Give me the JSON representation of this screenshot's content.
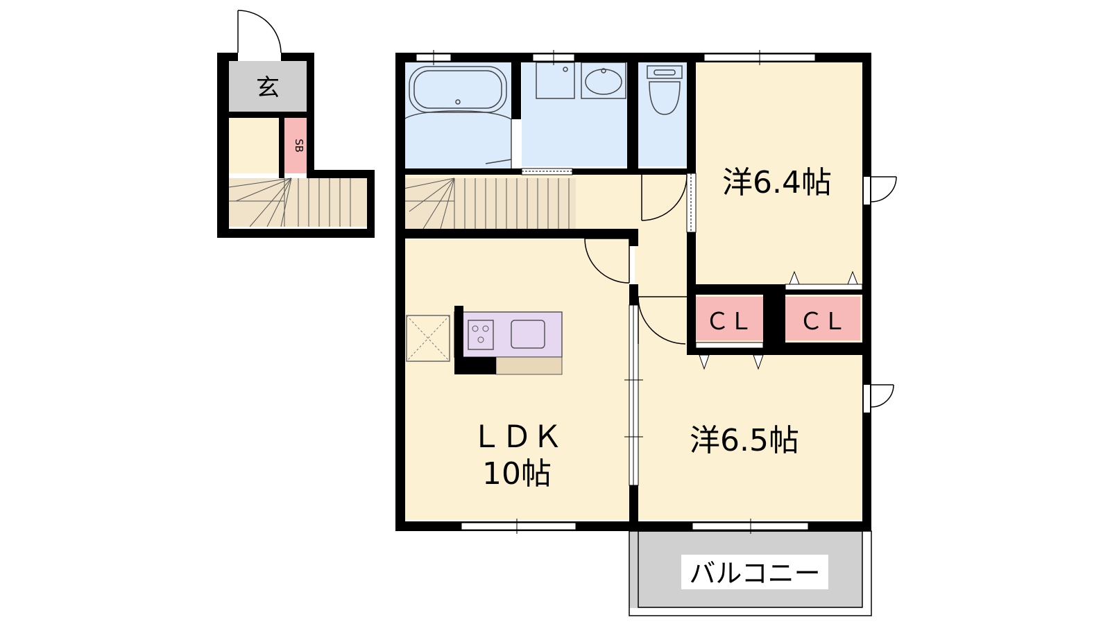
{
  "rooms": {
    "entrance": {
      "label": "玄"
    },
    "shoe_box": {
      "label": "SB"
    },
    "bedroom_north": {
      "label": "洋6.4帖"
    },
    "bedroom_south": {
      "label": "洋6.5帖"
    },
    "ldk": {
      "label": "ＬＤＫ",
      "size": "10帖"
    },
    "closet_1": {
      "label": "ＣＬ"
    },
    "closet_2": {
      "label": "ＣＬ"
    },
    "balcony": {
      "label": "バルコニー"
    }
  },
  "colors": {
    "room_beige": "#fdf1d3",
    "stair_beige": "#f0e3c9",
    "wet_blue": "#dcebfb",
    "entrance_gray": "#cfcfcf",
    "closet_pink": "#f8b9b9",
    "kitchen_purple": "#e7d8f2",
    "counter_tan": "#e8d7b9",
    "balcony_gray": "#d0d0d0",
    "wall": "#000000"
  }
}
